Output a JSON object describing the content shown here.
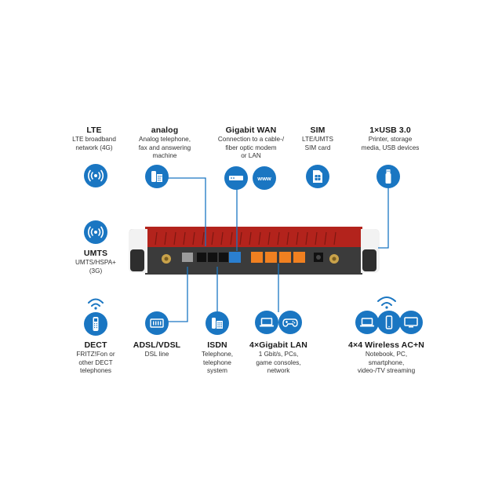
{
  "colors": {
    "accent": "#1a76c2",
    "router_red": "#b3231c",
    "router_dark": "#3a3a3a",
    "port_orange": "#f08020",
    "port_blue": "#2a7fd0"
  },
  "features": {
    "lte": {
      "title": "LTE",
      "desc": "LTE broadband\nnetwork (4G)",
      "icon": "wireless-signal-icon"
    },
    "analog": {
      "title": "analog",
      "desc": "Analog telephone,\nfax and answering\nmachine",
      "icon": "fax-machine-icon"
    },
    "wan": {
      "title": "Gigabit WAN",
      "desc": "Connection to a cable-/\nfiber optic modem\nor LAN",
      "icon": "modem-icon",
      "www_label": "www"
    },
    "sim": {
      "title": "SIM",
      "desc": "LTE/UMTS\nSIM card",
      "icon": "sim-card-icon"
    },
    "usb": {
      "title": "1×USB 3.0",
      "desc": "Printer, storage\nmedia, USB devices",
      "icon": "usb-stick-icon"
    },
    "umts": {
      "title": "UMTS",
      "desc": "UMTS/HSPA+\n(3G)",
      "icon": "wireless-signal-icon"
    },
    "dect": {
      "title": "DECT",
      "desc": "FRITZ!Fon or\nother DECT\ntelephones",
      "icon": "dect-phone-icon"
    },
    "adsl": {
      "title": "ADSL/VDSL",
      "desc": "DSL line",
      "icon": "dsl-filter-icon"
    },
    "isdn": {
      "title": "ISDN",
      "desc": "Telephone,\ntelephone\nsystem",
      "icon": "telephone-icon"
    },
    "lan": {
      "title": "4×Gigabit LAN",
      "desc": "1 Gbit/s, PCs,\ngame consoles,\nnetwork",
      "icon": "laptop-gamepad-icon"
    },
    "wifi": {
      "title": "4×4 Wireless AC+N",
      "desc": "Notebook, PC,\nsmartphone,\nvideo-/TV streaming",
      "icon": "devices-icon"
    }
  }
}
